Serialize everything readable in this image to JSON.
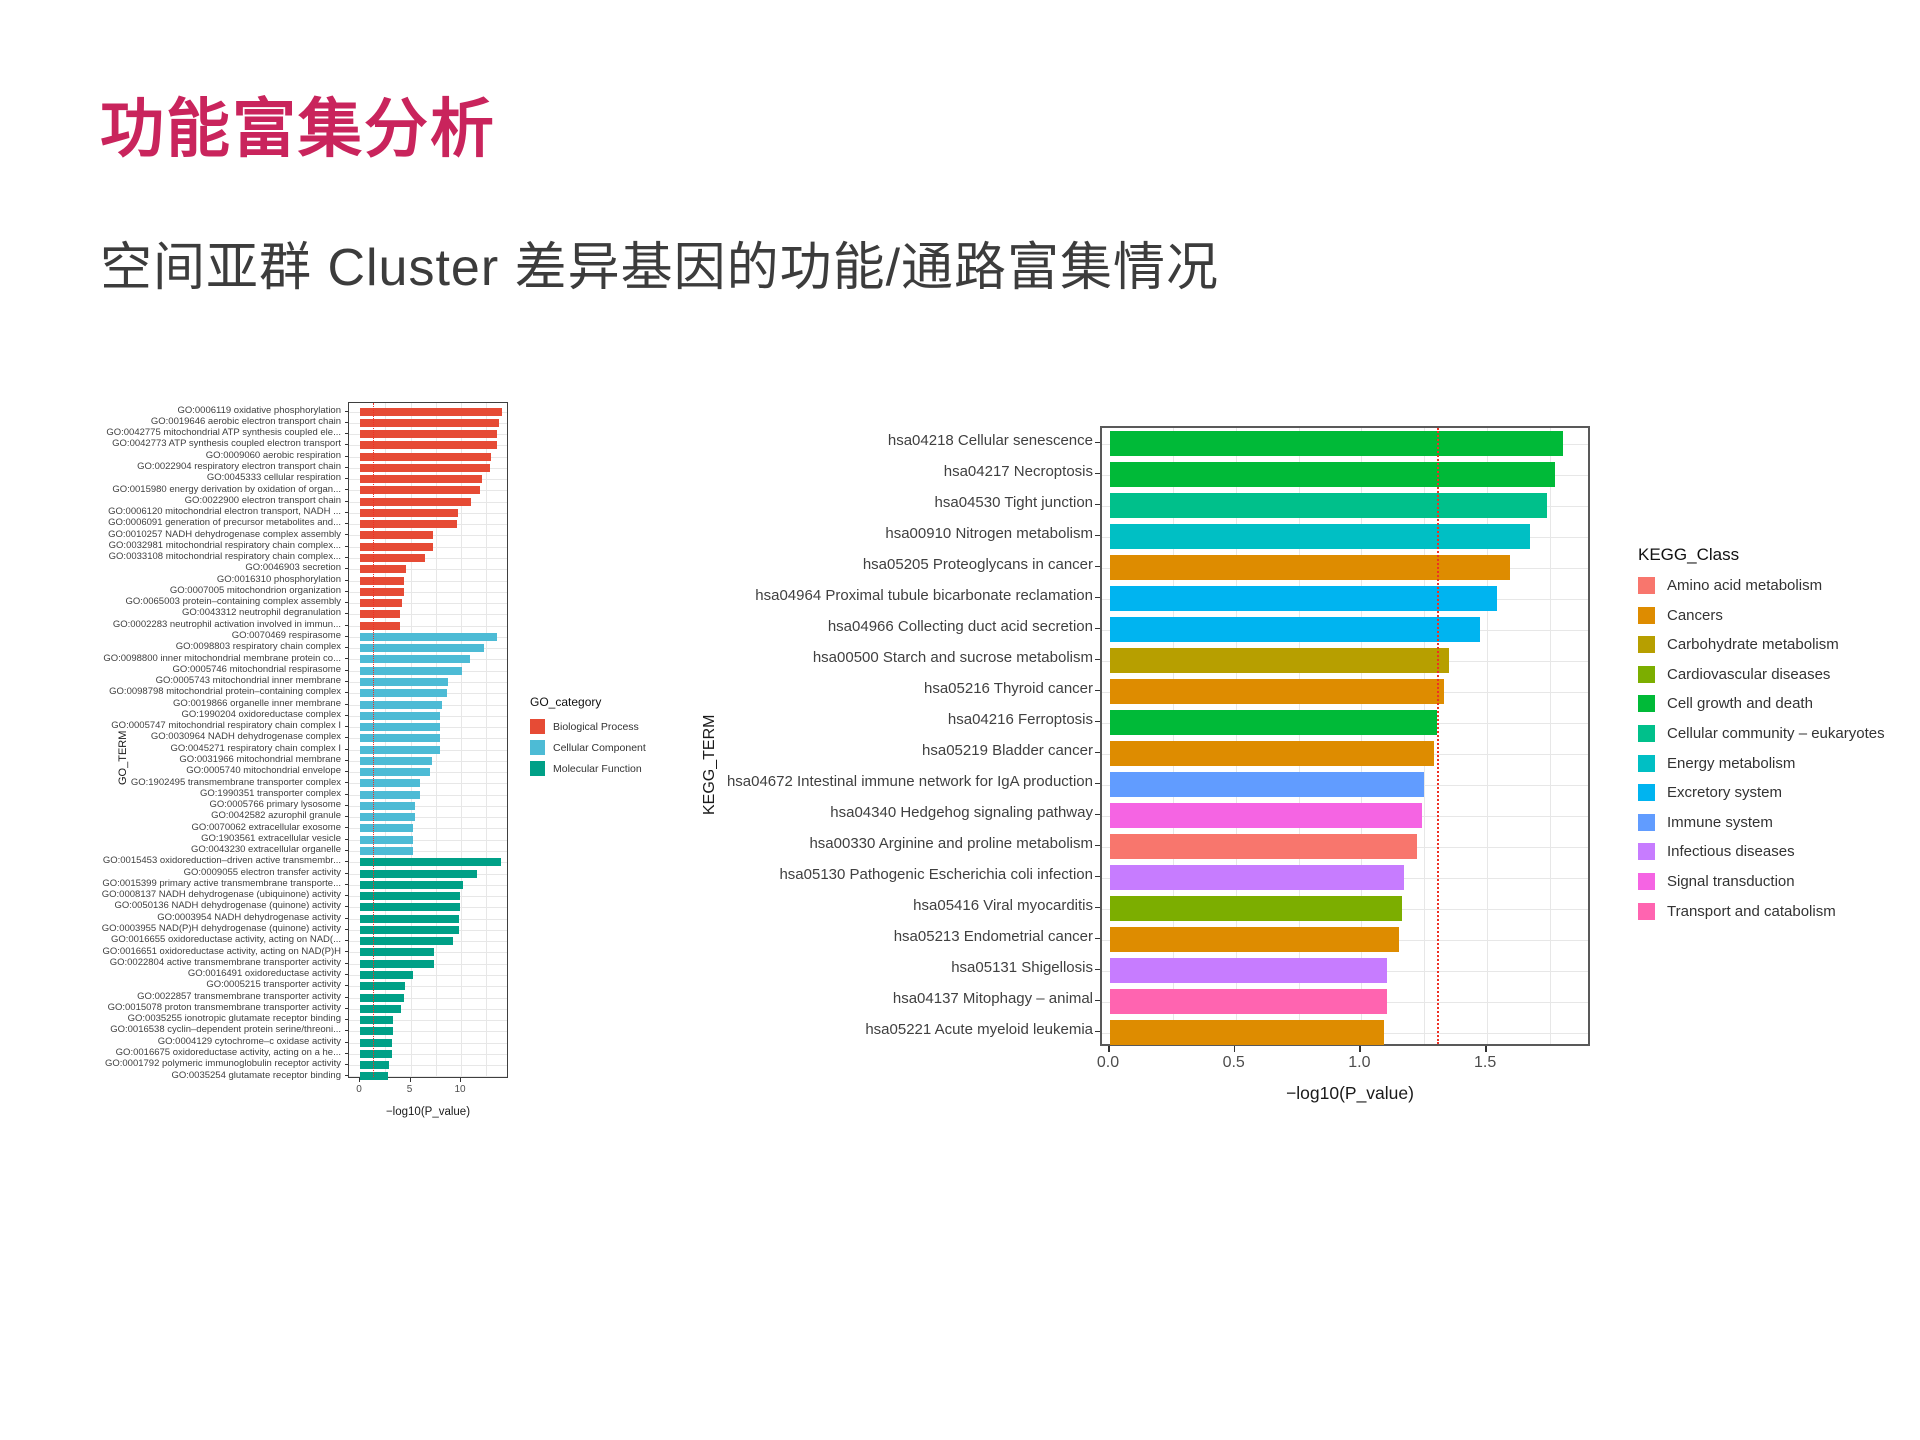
{
  "title": "功能富集分析",
  "subtitle": "空间亚群 Cluster 差异基因的功能/通路富集情况",
  "threshold_color": "#EE3124",
  "chart_data": [
    {
      "id": "go",
      "type": "bar",
      "orientation": "horizontal",
      "xlabel": "−log10(P_value)",
      "ylabel": "GO_TERM",
      "xlim": [
        0,
        14.6
      ],
      "grid": true,
      "legend_position": "right",
      "legend_title": "GO_category",
      "xticks": [
        {
          "v": 0,
          "label": "0"
        },
        {
          "v": 5,
          "label": "5"
        },
        {
          "v": 10,
          "label": "10"
        }
      ],
      "grid_lines": [
        2.5,
        5,
        7.5,
        10,
        12.5
      ],
      "threshold": 1.3,
      "classes": [
        {
          "label": "Biological Process",
          "color": "#E64B35"
        },
        {
          "label": "Cellular Component",
          "color": "#4DBBD5"
        },
        {
          "label": "Molecular Function",
          "color": "#00A087"
        }
      ],
      "bars": [
        {
          "label": "GO:0006119 oxidative phosphorylation",
          "value": 14.1,
          "class": "Biological Process"
        },
        {
          "label": "GO:0019646 aerobic electron transport chain",
          "value": 13.8,
          "class": "Biological Process"
        },
        {
          "label": "GO:0042775 mitochondrial ATP synthesis coupled ele...",
          "value": 13.6,
          "class": "Biological Process"
        },
        {
          "label": "GO:0042773 ATP synthesis coupled electron transport",
          "value": 13.6,
          "class": "Biological Process"
        },
        {
          "label": "GO:0009060 aerobic respiration",
          "value": 13.0,
          "class": "Biological Process"
        },
        {
          "label": "GO:0022904 respiratory electron transport chain",
          "value": 12.9,
          "class": "Biological Process"
        },
        {
          "label": "GO:0045333 cellular respiration",
          "value": 12.1,
          "class": "Biological Process"
        },
        {
          "label": "GO:0015980 energy derivation by oxidation of organ...",
          "value": 11.9,
          "class": "Biological Process"
        },
        {
          "label": "GO:0022900 electron transport chain",
          "value": 11.0,
          "class": "Biological Process"
        },
        {
          "label": "GO:0006120 mitochondrial electron transport, NADH ...",
          "value": 9.7,
          "class": "Biological Process"
        },
        {
          "label": "GO:0006091 generation of precursor metabolites and...",
          "value": 9.6,
          "class": "Biological Process"
        },
        {
          "label": "GO:0010257 NADH dehydrogenase complex assembly",
          "value": 7.2,
          "class": "Biological Process"
        },
        {
          "label": "GO:0032981 mitochondrial respiratory chain complex...",
          "value": 7.2,
          "class": "Biological Process"
        },
        {
          "label": "GO:0033108 mitochondrial respiratory chain complex...",
          "value": 6.4,
          "class": "Biological Process"
        },
        {
          "label": "GO:0046903 secretion",
          "value": 4.6,
          "class": "Biological Process"
        },
        {
          "label": "GO:0016310 phosphorylation",
          "value": 4.4,
          "class": "Biological Process"
        },
        {
          "label": "GO:0007005 mitochondrion organization",
          "value": 4.4,
          "class": "Biological Process"
        },
        {
          "label": "GO:0065003 protein–containing complex assembly",
          "value": 4.2,
          "class": "Biological Process"
        },
        {
          "label": "GO:0043312 neutrophil degranulation",
          "value": 4.0,
          "class": "Biological Process"
        },
        {
          "label": "GO:0002283 neutrophil activation involved in immun...",
          "value": 4.0,
          "class": "Biological Process"
        },
        {
          "label": "GO:0070469 respirasome",
          "value": 13.6,
          "class": "Cellular Component"
        },
        {
          "label": "GO:0098803 respiratory chain complex",
          "value": 12.3,
          "class": "Cellular Component"
        },
        {
          "label": "GO:0098800 inner mitochondrial membrane protein co...",
          "value": 10.9,
          "class": "Cellular Component"
        },
        {
          "label": "GO:0005746 mitochondrial respirasome",
          "value": 10.1,
          "class": "Cellular Component"
        },
        {
          "label": "GO:0005743 mitochondrial inner membrane",
          "value": 8.7,
          "class": "Cellular Component"
        },
        {
          "label": "GO:0098798 mitochondrial protein–containing complex",
          "value": 8.6,
          "class": "Cellular Component"
        },
        {
          "label": "GO:0019866 organelle inner membrane",
          "value": 8.1,
          "class": "Cellular Component"
        },
        {
          "label": "GO:1990204 oxidoreductase complex",
          "value": 7.9,
          "class": "Cellular Component"
        },
        {
          "label": "GO:0005747 mitochondrial respiratory chain complex I",
          "value": 7.9,
          "class": "Cellular Component"
        },
        {
          "label": "GO:0030964 NADH dehydrogenase complex",
          "value": 7.9,
          "class": "Cellular Component"
        },
        {
          "label": "GO:0045271 respiratory chain complex I",
          "value": 7.9,
          "class": "Cellular Component"
        },
        {
          "label": "GO:0031966 mitochondrial membrane",
          "value": 7.1,
          "class": "Cellular Component"
        },
        {
          "label": "GO:0005740 mitochondrial envelope",
          "value": 6.9,
          "class": "Cellular Component"
        },
        {
          "label": "GO:1902495 transmembrane transporter complex",
          "value": 5.9,
          "class": "Cellular Component"
        },
        {
          "label": "GO:1990351 transporter complex",
          "value": 5.9,
          "class": "Cellular Component"
        },
        {
          "label": "GO:0005766 primary lysosome",
          "value": 5.4,
          "class": "Cellular Component"
        },
        {
          "label": "GO:0042582 azurophil granule",
          "value": 5.4,
          "class": "Cellular Component"
        },
        {
          "label": "GO:0070062 extracellular exosome",
          "value": 5.2,
          "class": "Cellular Component"
        },
        {
          "label": "GO:1903561 extracellular vesicle",
          "value": 5.2,
          "class": "Cellular Component"
        },
        {
          "label": "GO:0043230 extracellular organelle",
          "value": 5.2,
          "class": "Cellular Component"
        },
        {
          "label": "GO:0015453 oxidoreduction–driven active transmembr...",
          "value": 14.0,
          "class": "Molecular Function"
        },
        {
          "label": "GO:0009055 electron transfer activity",
          "value": 11.6,
          "class": "Molecular Function"
        },
        {
          "label": "GO:0015399 primary active transmembrane transporte...",
          "value": 10.2,
          "class": "Molecular Function"
        },
        {
          "label": "GO:0008137 NADH dehydrogenase (ubiquinone) activity",
          "value": 9.9,
          "class": "Molecular Function"
        },
        {
          "label": "GO:0050136 NADH dehydrogenase (quinone) activity",
          "value": 9.9,
          "class": "Molecular Function"
        },
        {
          "label": "GO:0003954 NADH dehydrogenase activity",
          "value": 9.8,
          "class": "Molecular Function"
        },
        {
          "label": "GO:0003955 NAD(P)H dehydrogenase (quinone) activity",
          "value": 9.8,
          "class": "Molecular Function"
        },
        {
          "label": "GO:0016655 oxidoreductase activity, acting on NAD(...",
          "value": 9.2,
          "class": "Molecular Function"
        },
        {
          "label": "GO:0016651 oxidoreductase activity, acting on NAD(P)H",
          "value": 7.3,
          "class": "Molecular Function"
        },
        {
          "label": "GO:0022804 active transmembrane transporter activity",
          "value": 7.3,
          "class": "Molecular Function"
        },
        {
          "label": "GO:0016491 oxidoreductase activity",
          "value": 5.2,
          "class": "Molecular Function"
        },
        {
          "label": "GO:0005215 transporter activity",
          "value": 4.5,
          "class": "Molecular Function"
        },
        {
          "label": "GO:0022857 transmembrane transporter activity",
          "value": 4.4,
          "class": "Molecular Function"
        },
        {
          "label": "GO:0015078 proton transmembrane transporter activity",
          "value": 4.1,
          "class": "Molecular Function"
        },
        {
          "label": "GO:0035255 ionotropic glutamate receptor binding",
          "value": 3.3,
          "class": "Molecular Function"
        },
        {
          "label": "GO:0016538 cyclin–dependent protein serine/threoni...",
          "value": 3.3,
          "class": "Molecular Function"
        },
        {
          "label": "GO:0004129 cytochrome–c oxidase activity",
          "value": 3.2,
          "class": "Molecular Function"
        },
        {
          "label": "GO:0016675 oxidoreductase activity, acting on a he...",
          "value": 3.2,
          "class": "Molecular Function"
        },
        {
          "label": "GO:0001792 polymeric immunoglobulin receptor activity",
          "value": 2.9,
          "class": "Molecular Function"
        },
        {
          "label": "GO:0035254 glutamate receptor binding",
          "value": 2.8,
          "class": "Molecular Function"
        }
      ]
    },
    {
      "id": "kegg",
      "type": "bar",
      "orientation": "horizontal",
      "xlabel": "−log10(P_value)",
      "ylabel": "KEGG_TERM",
      "xlim": [
        0,
        1.92
      ],
      "grid": true,
      "legend_position": "right",
      "legend_title": "KEGG_Class",
      "xticks": [
        {
          "v": 0,
          "label": "0.0"
        },
        {
          "v": 0.5,
          "label": "0.5"
        },
        {
          "v": 1.0,
          "label": "1.0"
        },
        {
          "v": 1.5,
          "label": "1.5"
        }
      ],
      "grid_lines": [
        0.25,
        0.5,
        0.75,
        1.0,
        1.25,
        1.5,
        1.75
      ],
      "threshold": 1.3,
      "classes": [
        {
          "label": "Amino acid metabolism",
          "color": "#F8766D"
        },
        {
          "label": "Cancers",
          "color": "#DE8C00"
        },
        {
          "label": "Carbohydrate metabolism",
          "color": "#B79F00"
        },
        {
          "label": "Cardiovascular diseases",
          "color": "#7CAE00"
        },
        {
          "label": "Cell growth and death",
          "color": "#00BA38"
        },
        {
          "label": "Cellular community – eukaryotes",
          "color": "#00C08B"
        },
        {
          "label": "Energy metabolism",
          "color": "#00BFC4"
        },
        {
          "label": "Excretory system",
          "color": "#00B4F0"
        },
        {
          "label": "Immune system",
          "color": "#619CFF"
        },
        {
          "label": "Infectious diseases",
          "color": "#C77CFF"
        },
        {
          "label": "Signal transduction",
          "color": "#F564E3"
        },
        {
          "label": "Transport and catabolism",
          "color": "#FF64B0"
        }
      ],
      "bars": [
        {
          "label": "hsa04218 Cellular senescence",
          "value": 1.8,
          "class": "Cell growth and death"
        },
        {
          "label": "hsa04217 Necroptosis",
          "value": 1.77,
          "class": "Cell growth and death"
        },
        {
          "label": "hsa04530 Tight junction",
          "value": 1.74,
          "class": "Cellular community – eukaryotes"
        },
        {
          "label": "hsa00910 Nitrogen metabolism",
          "value": 1.67,
          "class": "Energy metabolism"
        },
        {
          "label": "hsa05205 Proteoglycans in cancer",
          "value": 1.59,
          "class": "Cancers"
        },
        {
          "label": "hsa04964 Proximal tubule bicarbonate reclamation",
          "value": 1.54,
          "class": "Excretory system"
        },
        {
          "label": "hsa04966 Collecting duct acid secretion",
          "value": 1.47,
          "class": "Excretory system"
        },
        {
          "label": "hsa00500 Starch and sucrose metabolism",
          "value": 1.35,
          "class": "Carbohydrate metabolism"
        },
        {
          "label": "hsa05216 Thyroid cancer",
          "value": 1.33,
          "class": "Cancers"
        },
        {
          "label": "hsa04216 Ferroptosis",
          "value": 1.3,
          "class": "Cell growth and death"
        },
        {
          "label": "hsa05219 Bladder cancer",
          "value": 1.29,
          "class": "Cancers"
        },
        {
          "label": "hsa04672 Intestinal immune network for IgA production",
          "value": 1.25,
          "class": "Immune system"
        },
        {
          "label": "hsa04340 Hedgehog signaling pathway",
          "value": 1.24,
          "class": "Signal transduction"
        },
        {
          "label": "hsa00330 Arginine and proline metabolism",
          "value": 1.22,
          "class": "Amino acid metabolism"
        },
        {
          "label": "hsa05130 Pathogenic Escherichia coli infection",
          "value": 1.17,
          "class": "Infectious diseases"
        },
        {
          "label": "hsa05416 Viral myocarditis",
          "value": 1.16,
          "class": "Cardiovascular diseases"
        },
        {
          "label": "hsa05213 Endometrial cancer",
          "value": 1.15,
          "class": "Cancers"
        },
        {
          "label": "hsa05131 Shigellosis",
          "value": 1.1,
          "class": "Infectious diseases"
        },
        {
          "label": "hsa04137 Mitophagy – animal",
          "value": 1.1,
          "class": "Transport and catabolism"
        },
        {
          "label": "hsa05221 Acute myeloid leukemia",
          "value": 1.09,
          "class": "Cancers"
        }
      ]
    }
  ]
}
